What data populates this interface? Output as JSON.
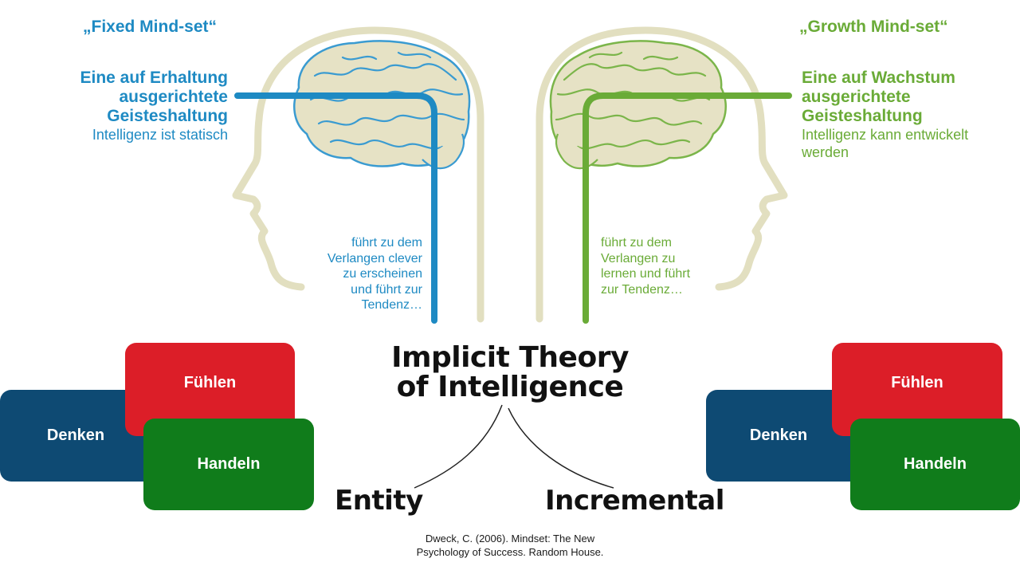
{
  "left": {
    "quote_title": "„Fixed Mind-set“",
    "heading": [
      "Eine auf Erhaltung",
      "ausgerichtete",
      "Geisteshaltung"
    ],
    "subheading": "Intelligenz ist statisch",
    "leads_to": [
      "führt zu dem",
      "Verlangen clever",
      "zu erscheinen",
      "und führt zur",
      "Tendenz…"
    ],
    "color": "#1e8ac3",
    "boxes": {
      "denken": "Denken",
      "fuehlen": "Fühlen",
      "handeln": "Handeln"
    }
  },
  "right": {
    "quote_title": "„Growth Mind-set“",
    "heading": [
      "Eine auf Wachstum",
      "ausgerichtete",
      "Geisteshaltung"
    ],
    "subheading": [
      "Intelligenz kann entwickelt",
      "werden"
    ],
    "leads_to": [
      "führt zu dem",
      "Verlangen zu",
      "lernen und führt",
      "zur Tendenz…"
    ],
    "color": "#6aab37",
    "boxes": {
      "denken": "Denken",
      "fuehlen": "Fühlen",
      "handeln": "Handeln"
    }
  },
  "center": {
    "title": [
      "Implicit Theory",
      "of Intelligence"
    ],
    "entity": "Entity",
    "incremental": "Incremental"
  },
  "citation": [
    "Dweck, C. (2006). Mindset: The New",
    "Psychology of Success. Random House."
  ],
  "colors": {
    "head_outline": "#e2dfc0",
    "brain_fill": "#e6e2c5",
    "denken": "#0e4a73",
    "fuehlen": "#dc1e28",
    "handeln": "#107c1b"
  }
}
